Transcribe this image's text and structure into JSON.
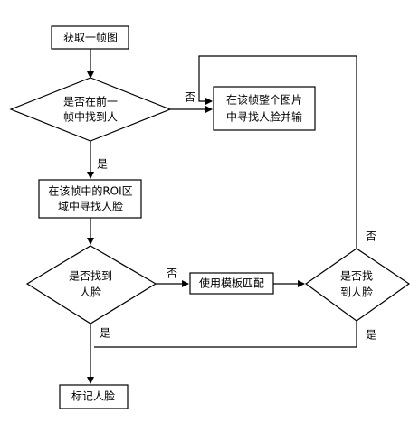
{
  "nodes": {
    "start": {
      "label": "获取一帧图"
    },
    "prev_frame_check": {
      "lines": [
        "是否在前一",
        "帧中找到人"
      ]
    },
    "search_full": {
      "lines": [
        "在该帧整个图片",
        "中寻找人脸并输"
      ]
    },
    "search_roi": {
      "lines": [
        "在该帧中的ROI区",
        "域中寻找人脸"
      ]
    },
    "found_check": {
      "lines": [
        "是否找到",
        "人脸"
      ]
    },
    "template_match": {
      "label": "使用模板匹配"
    },
    "found_check_2": {
      "lines": [
        "是否找",
        "到人脸"
      ]
    },
    "mark_face": {
      "label": "标记人脸"
    }
  },
  "edges": {
    "prev_no": "否",
    "prev_yes": "是",
    "found_no": "否",
    "found_yes": "是",
    "found2_no": "否",
    "found2_yes": "是"
  },
  "colors": {
    "stroke": "#000000",
    "background": "#ffffff",
    "text": "#000000"
  }
}
